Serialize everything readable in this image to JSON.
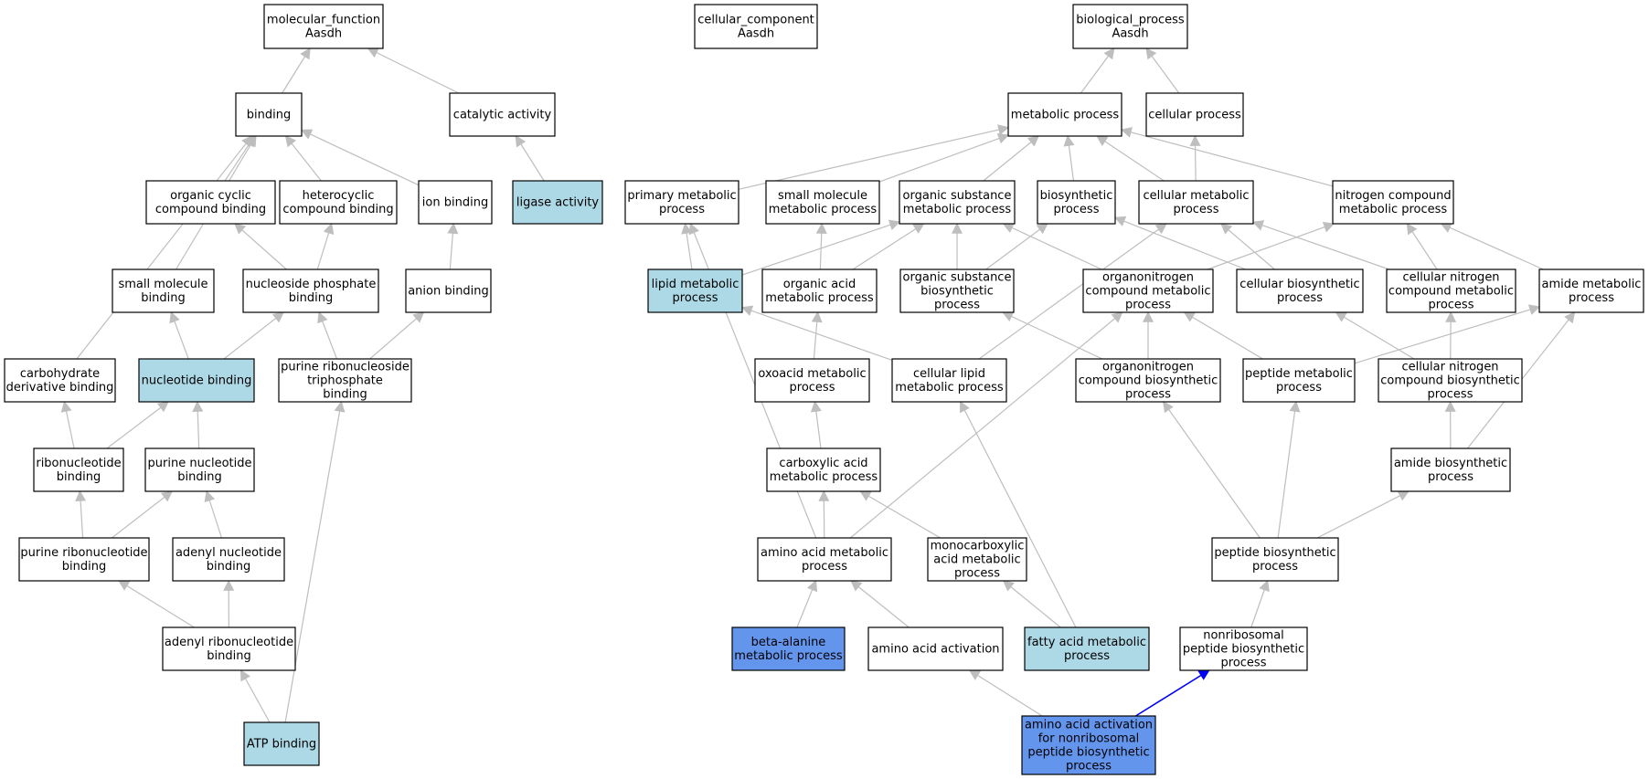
{
  "colors": {
    "default_fill": "#ffffff",
    "light_fill": "#add8e6",
    "dark_fill": "#6495ed",
    "edge_default": "#bebebe",
    "edge_highlight": "#0000ff",
    "border": "#000000"
  },
  "nodes": [
    {
      "id": "mf",
      "lines": [
        "molecular_function",
        "Aasdh"
      ],
      "fill": "default"
    },
    {
      "id": "cc",
      "lines": [
        "cellular_component",
        "Aasdh"
      ],
      "fill": "default"
    },
    {
      "id": "bp",
      "lines": [
        "biological_process",
        "Aasdh"
      ],
      "fill": "default"
    },
    {
      "id": "binding",
      "lines": [
        "binding"
      ],
      "fill": "default"
    },
    {
      "id": "catalytic",
      "lines": [
        "catalytic activity"
      ],
      "fill": "default"
    },
    {
      "id": "metabolic",
      "lines": [
        "metabolic process"
      ],
      "fill": "default"
    },
    {
      "id": "cellular",
      "lines": [
        "cellular process"
      ],
      "fill": "default"
    },
    {
      "id": "organiccyclic",
      "lines": [
        "organic cyclic",
        "compound binding"
      ],
      "fill": "default"
    },
    {
      "id": "heterocyclic",
      "lines": [
        "heterocyclic",
        "compound binding"
      ],
      "fill": "default"
    },
    {
      "id": "ionbinding",
      "lines": [
        "ion binding"
      ],
      "fill": "default"
    },
    {
      "id": "ligase",
      "lines": [
        "ligase activity"
      ],
      "fill": "light"
    },
    {
      "id": "primary",
      "lines": [
        "primary metabolic",
        "process"
      ],
      "fill": "default"
    },
    {
      "id": "smallmolproc",
      "lines": [
        "small molecule",
        "metabolic process"
      ],
      "fill": "default"
    },
    {
      "id": "orgsubst",
      "lines": [
        "organic substance",
        "metabolic process"
      ],
      "fill": "default"
    },
    {
      "id": "biosynth",
      "lines": [
        "biosynthetic",
        "process"
      ],
      "fill": "default"
    },
    {
      "id": "cellmetab",
      "lines": [
        "cellular metabolic",
        "process"
      ],
      "fill": "default"
    },
    {
      "id": "nitrogen",
      "lines": [
        "nitrogen compound",
        "metabolic process"
      ],
      "fill": "default"
    },
    {
      "id": "smallmolbind",
      "lines": [
        "small molecule",
        "binding"
      ],
      "fill": "default"
    },
    {
      "id": "nucphosbind",
      "lines": [
        "nucleoside phosphate",
        "binding"
      ],
      "fill": "default"
    },
    {
      "id": "anionbind",
      "lines": [
        "anion binding"
      ],
      "fill": "default"
    },
    {
      "id": "lipid",
      "lines": [
        "lipid metabolic",
        "process"
      ],
      "fill": "light"
    },
    {
      "id": "orgacid",
      "lines": [
        "organic acid",
        "metabolic process"
      ],
      "fill": "default"
    },
    {
      "id": "orgsubstbio",
      "lines": [
        "organic substance",
        "biosynthetic",
        "process"
      ],
      "fill": "default"
    },
    {
      "id": "organonitro",
      "lines": [
        "organonitrogen",
        "compound metabolic",
        "process"
      ],
      "fill": "default"
    },
    {
      "id": "cellbio",
      "lines": [
        "cellular biosynthetic",
        "process"
      ],
      "fill": "default"
    },
    {
      "id": "cellnitro",
      "lines": [
        "cellular nitrogen",
        "compound metabolic",
        "process"
      ],
      "fill": "default"
    },
    {
      "id": "amidemet",
      "lines": [
        "amide metabolic",
        "process"
      ],
      "fill": "default"
    },
    {
      "id": "carbobind",
      "lines": [
        "carbohydrate",
        "derivative binding"
      ],
      "fill": "default"
    },
    {
      "id": "nucbind",
      "lines": [
        "nucleotide binding"
      ],
      "fill": "light"
    },
    {
      "id": "purinetri",
      "lines": [
        "purine ribonucleoside",
        "triphosphate",
        "binding"
      ],
      "fill": "default"
    },
    {
      "id": "oxoacid",
      "lines": [
        "oxoacid metabolic",
        "process"
      ],
      "fill": "default"
    },
    {
      "id": "celllipid",
      "lines": [
        "cellular lipid",
        "metabolic process"
      ],
      "fill": "default"
    },
    {
      "id": "organonitrobio",
      "lines": [
        "organonitrogen",
        "compound biosynthetic",
        "process"
      ],
      "fill": "default"
    },
    {
      "id": "peptidemet",
      "lines": [
        "peptide metabolic",
        "process"
      ],
      "fill": "default"
    },
    {
      "id": "cellnitrobio",
      "lines": [
        "cellular nitrogen",
        "compound biosynthetic",
        "process"
      ],
      "fill": "default"
    },
    {
      "id": "ribonucbind",
      "lines": [
        "ribonucleotide",
        "binding"
      ],
      "fill": "default"
    },
    {
      "id": "purinenucbind",
      "lines": [
        "purine nucleotide",
        "binding"
      ],
      "fill": "default"
    },
    {
      "id": "carboxylic",
      "lines": [
        "carboxylic acid",
        "metabolic process"
      ],
      "fill": "default"
    },
    {
      "id": "amidebio",
      "lines": [
        "amide biosynthetic",
        "process"
      ],
      "fill": "default"
    },
    {
      "id": "purineribobind",
      "lines": [
        "purine ribonucleotide",
        "binding"
      ],
      "fill": "default"
    },
    {
      "id": "adenylnucbind",
      "lines": [
        "adenyl nucleotide",
        "binding"
      ],
      "fill": "default"
    },
    {
      "id": "aamet",
      "lines": [
        "amino acid metabolic",
        "process"
      ],
      "fill": "default"
    },
    {
      "id": "monocarb",
      "lines": [
        "monocarboxylic",
        "acid metabolic",
        "process"
      ],
      "fill": "default"
    },
    {
      "id": "peptidebio",
      "lines": [
        "peptide biosynthetic",
        "process"
      ],
      "fill": "default"
    },
    {
      "id": "adenylribobind",
      "lines": [
        "adenyl ribonucleotide",
        "binding"
      ],
      "fill": "default"
    },
    {
      "id": "betaalanine",
      "lines": [
        "beta-alanine",
        "metabolic process"
      ],
      "fill": "dark"
    },
    {
      "id": "aaact",
      "lines": [
        "amino acid activation"
      ],
      "fill": "default"
    },
    {
      "id": "fattyacid",
      "lines": [
        "fatty acid metabolic",
        "process"
      ],
      "fill": "light"
    },
    {
      "id": "nonribo",
      "lines": [
        "nonribosomal",
        "peptide biosynthetic",
        "process"
      ],
      "fill": "default"
    },
    {
      "id": "atpbind",
      "lines": [
        "ATP binding"
      ],
      "fill": "light"
    },
    {
      "id": "aaactnrps",
      "lines": [
        "amino acid activation",
        "for nonribosomal",
        "peptide biosynthetic",
        "process"
      ],
      "fill": "dark"
    }
  ],
  "edges": [
    [
      "binding",
      "mf"
    ],
    [
      "catalytic",
      "mf"
    ],
    [
      "metabolic",
      "bp"
    ],
    [
      "cellular",
      "bp"
    ],
    [
      "organiccyclic",
      "binding"
    ],
    [
      "heterocyclic",
      "binding"
    ],
    [
      "ionbinding",
      "binding"
    ],
    [
      "smallmolbind",
      "binding"
    ],
    [
      "carbobind",
      "binding"
    ],
    [
      "ligase",
      "catalytic"
    ],
    [
      "nucphosbind",
      "organiccyclic"
    ],
    [
      "nucphosbind",
      "heterocyclic"
    ],
    [
      "anionbind",
      "ionbinding"
    ],
    [
      "nucbind",
      "smallmolbind"
    ],
    [
      "nucbind",
      "nucphosbind"
    ],
    [
      "purinetri",
      "nucphosbind"
    ],
    [
      "purinetri",
      "anionbind"
    ],
    [
      "ribonucbind",
      "carbobind"
    ],
    [
      "ribonucbind",
      "nucbind"
    ],
    [
      "purinenucbind",
      "nucbind"
    ],
    [
      "purineribobind",
      "ribonucbind"
    ],
    [
      "purineribobind",
      "purinenucbind"
    ],
    [
      "adenylnucbind",
      "purinenucbind"
    ],
    [
      "adenylribobind",
      "purineribobind"
    ],
    [
      "adenylribobind",
      "adenylnucbind"
    ],
    [
      "atpbind",
      "adenylribobind"
    ],
    [
      "atpbind",
      "purinetri"
    ],
    [
      "primary",
      "metabolic"
    ],
    [
      "smallmolproc",
      "metabolic"
    ],
    [
      "orgsubst",
      "metabolic"
    ],
    [
      "biosynth",
      "metabolic"
    ],
    [
      "cellmetab",
      "metabolic"
    ],
    [
      "cellmetab",
      "cellular"
    ],
    [
      "nitrogen",
      "metabolic"
    ],
    [
      "lipid",
      "primary"
    ],
    [
      "lipid",
      "orgsubst"
    ],
    [
      "orgacid",
      "smallmolproc"
    ],
    [
      "orgacid",
      "orgsubst"
    ],
    [
      "orgsubstbio",
      "orgsubst"
    ],
    [
      "orgsubstbio",
      "biosynth"
    ],
    [
      "organonitro",
      "orgsubst"
    ],
    [
      "organonitro",
      "nitrogen"
    ],
    [
      "cellbio",
      "biosynth"
    ],
    [
      "cellbio",
      "cellmetab"
    ],
    [
      "cellnitro",
      "cellmetab"
    ],
    [
      "cellnitro",
      "nitrogen"
    ],
    [
      "amidemet",
      "nitrogen"
    ],
    [
      "oxoacid",
      "orgacid"
    ],
    [
      "celllipid",
      "lipid"
    ],
    [
      "celllipid",
      "cellmetab"
    ],
    [
      "organonitrobio",
      "orgsubstbio"
    ],
    [
      "organonitrobio",
      "organonitro"
    ],
    [
      "peptidemet",
      "organonitro"
    ],
    [
      "peptidemet",
      "amidemet"
    ],
    [
      "cellnitrobio",
      "cellbio"
    ],
    [
      "cellnitrobio",
      "cellnitro"
    ],
    [
      "carboxylic",
      "oxoacid"
    ],
    [
      "amidebio",
      "cellnitrobio"
    ],
    [
      "amidebio",
      "amidemet"
    ],
    [
      "aamet",
      "carboxylic"
    ],
    [
      "aamet",
      "primary"
    ],
    [
      "aamet",
      "organonitro"
    ],
    [
      "monocarb",
      "carboxylic"
    ],
    [
      "peptidebio",
      "organonitrobio"
    ],
    [
      "peptidebio",
      "peptidemet"
    ],
    [
      "peptidebio",
      "amidebio"
    ],
    [
      "betaalanine",
      "aamet"
    ],
    [
      "aaact",
      "aamet"
    ],
    [
      "fattyacid",
      "monocarb"
    ],
    [
      "fattyacid",
      "celllipid"
    ],
    [
      "nonribo",
      "peptidebio"
    ],
    [
      "aaactnrps",
      "aaact"
    ],
    [
      "aaactnrps",
      "nonribo",
      "highlight"
    ]
  ]
}
